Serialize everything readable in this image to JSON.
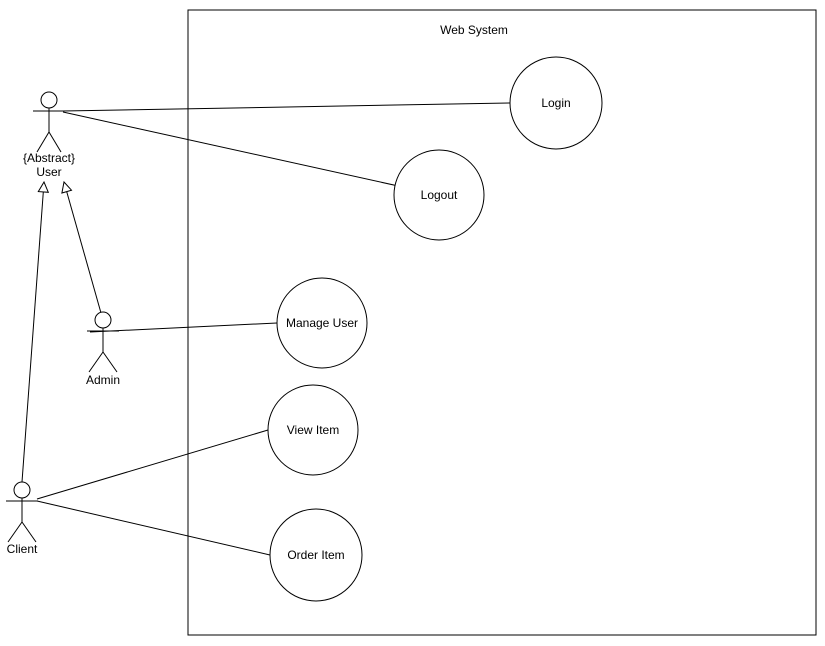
{
  "diagram": {
    "type": "uml-use-case",
    "system": {
      "title": "Web System"
    },
    "actors": {
      "user": {
        "stereotype": "{Abstract}",
        "label": "User"
      },
      "admin": {
        "label": "Admin"
      },
      "client": {
        "label": "Client"
      }
    },
    "use_cases": {
      "login": {
        "label": "Login"
      },
      "logout": {
        "label": "Logout"
      },
      "manage_user": {
        "label": "Manage User"
      },
      "view_item": {
        "label": "View Item"
      },
      "order_item": {
        "label": "Order Item"
      }
    },
    "relationships": {
      "associations": [
        {
          "from": "User",
          "to": "Login"
        },
        {
          "from": "User",
          "to": "Logout"
        },
        {
          "from": "Admin",
          "to": "Manage User"
        },
        {
          "from": "Client",
          "to": "View Item"
        },
        {
          "from": "Client",
          "to": "Order Item"
        }
      ],
      "generalizations": [
        {
          "from": "Admin",
          "to": "User"
        },
        {
          "from": "Client",
          "to": "User"
        }
      ]
    },
    "colors": {
      "stroke": "#000000",
      "node_fill": "#ffffff",
      "background": "#ffffff"
    }
  }
}
